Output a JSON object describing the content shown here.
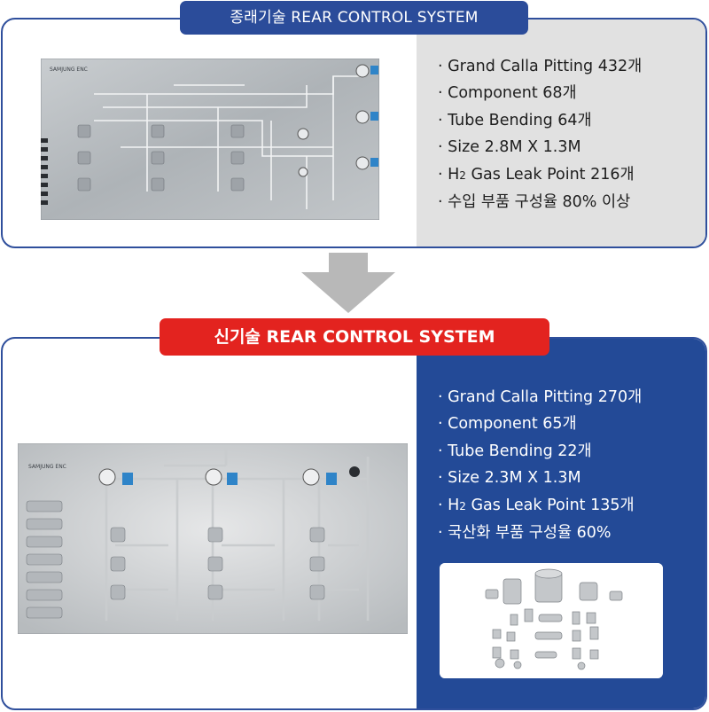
{
  "old_system": {
    "title": "종래기술 REAR CONTROL SYSTEM",
    "panel_brand": "SAMJUNG ENC",
    "specs": [
      "· Grand Calla Pitting 432개",
      "· Component 68개",
      "· Tube Bending 64개",
      "· Size 2.8M X 1.3M",
      {
        "prefix": "· H",
        "sub": "2",
        "suffix": " Gas Leak Point 216개"
      },
      "· 수입 부품 구성율 80% 이상"
    ]
  },
  "new_system": {
    "title": "신기술 REAR CONTROL SYSTEM",
    "panel_brand": "SAMJUNG ENC",
    "specs": [
      "· Grand Calla Pitting 270개",
      "· Component 65개",
      "· Tube Bending 22개",
      "· Size 2.3M X 1.3M",
      {
        "prefix": "· H",
        "sub": "2",
        "suffix": " Gas Leak Point 135개"
      },
      "· 국산화 부품 구성율 60%"
    ]
  },
  "colors": {
    "old_title_bg": "#2b4c9a",
    "new_title_bg": "#e3231f",
    "new_spec_bg": "#234a97",
    "old_spec_bg": "#e1e1e1",
    "arrow": "#b8b8b8"
  }
}
